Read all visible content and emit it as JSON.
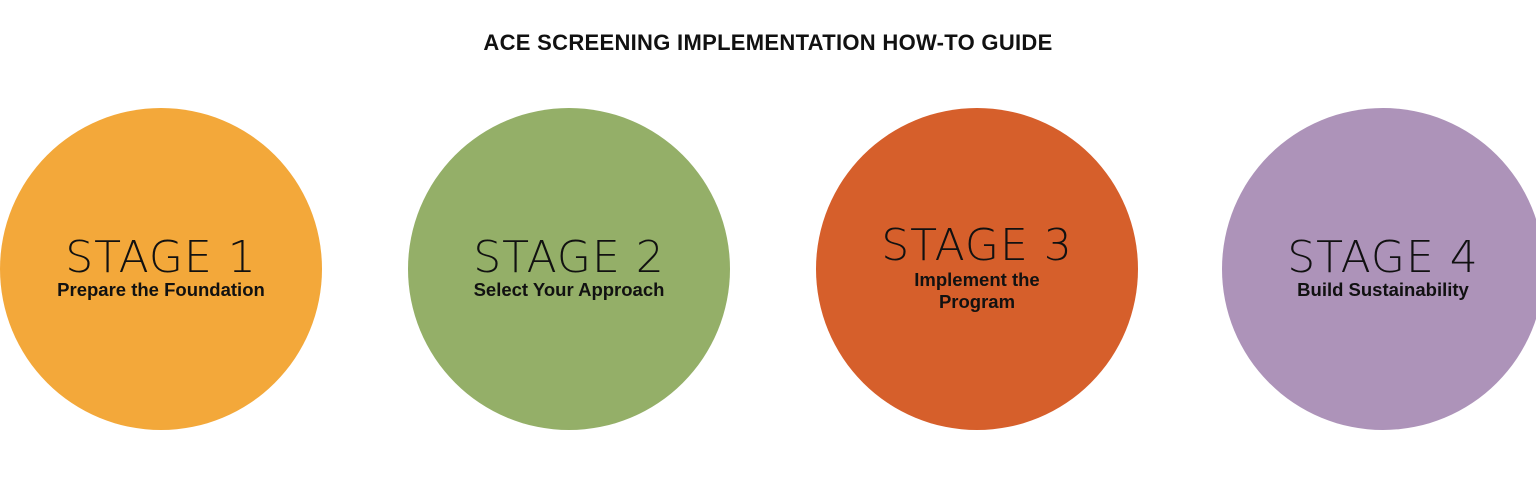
{
  "title": "ACE SCREENING IMPLEMENTATION HOW-TO GUIDE",
  "stages": [
    {
      "label": "STAGE 1",
      "subtitle": "Prepare the Foundation",
      "color": "#F3A83A"
    },
    {
      "label": "STAGE 2",
      "subtitle": "Select Your Approach",
      "color": "#94AF68"
    },
    {
      "label": "STAGE 3",
      "subtitle": "Implement the Program",
      "color": "#D65F2B"
    },
    {
      "label": "STAGE 4",
      "subtitle": "Build Sustainability",
      "color": "#AD93B9"
    }
  ]
}
